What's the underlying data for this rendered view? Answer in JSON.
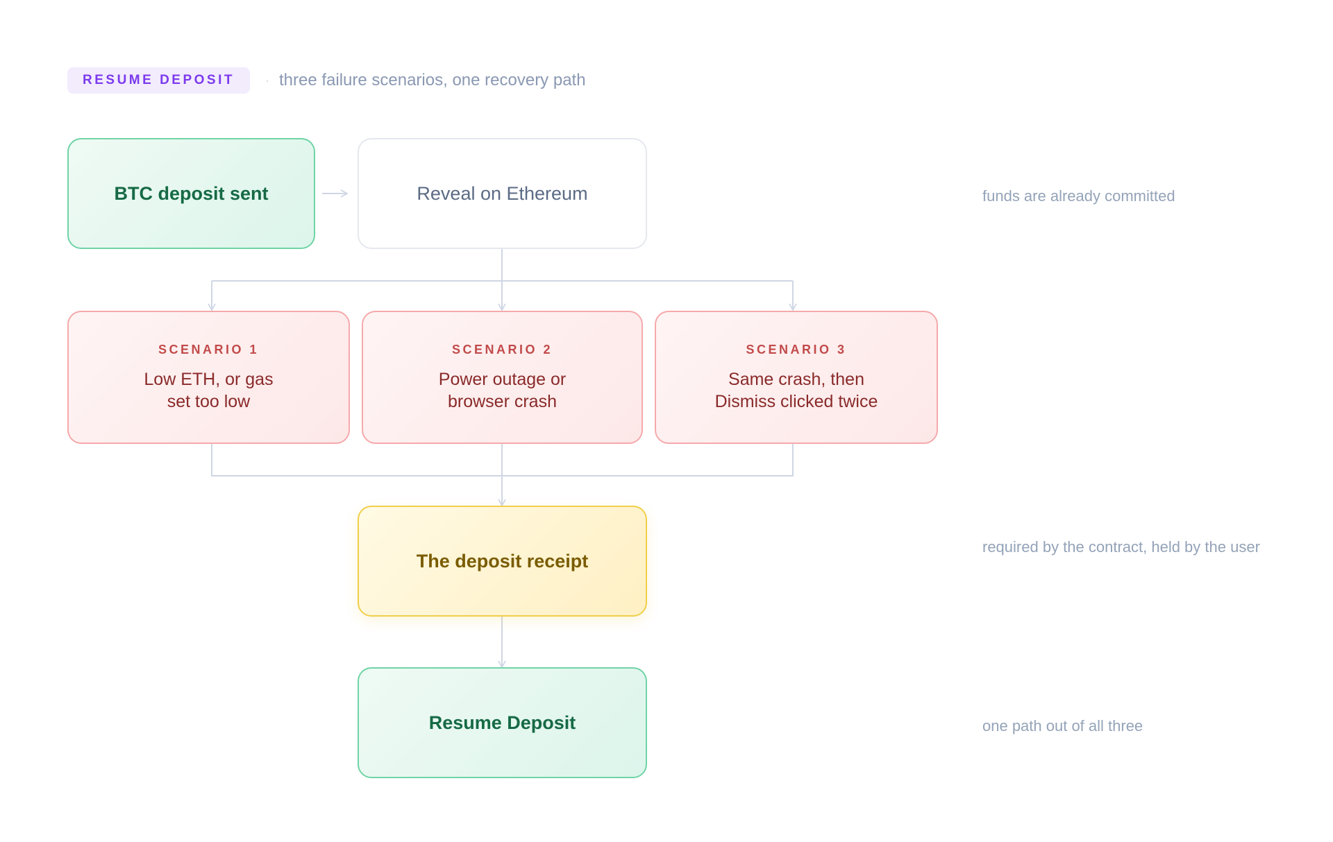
{
  "header": {
    "tag": "RESUME DEPOSIT",
    "separator": "·",
    "subtitle": "three failure scenarios, one recovery path"
  },
  "nodes": {
    "btc_sent": "BTC deposit sent",
    "reveal": "Reveal on Ethereum",
    "scenarios": [
      {
        "label": "SCENARIO 1",
        "line1": "Low ETH, or gas",
        "line2": "set too low"
      },
      {
        "label": "SCENARIO 2",
        "line1": "Power outage or",
        "line2": "browser crash"
      },
      {
        "label": "SCENARIO 3",
        "line1": "Same crash, then",
        "line2": "Dismiss clicked twice"
      }
    ],
    "receipt": "The deposit receipt",
    "resume": "Resume Deposit"
  },
  "notes": {
    "committed": "funds are already committed",
    "required": "required by the contract, held by the user",
    "one_path": "one path out of all three"
  },
  "colors": {
    "accent_purple": "#7c3aed",
    "success_green": "#6fd4a6",
    "failure_red": "#f6a9ab",
    "receipt_yellow": "#f0cf4a",
    "connector": "#cfd6e4"
  }
}
